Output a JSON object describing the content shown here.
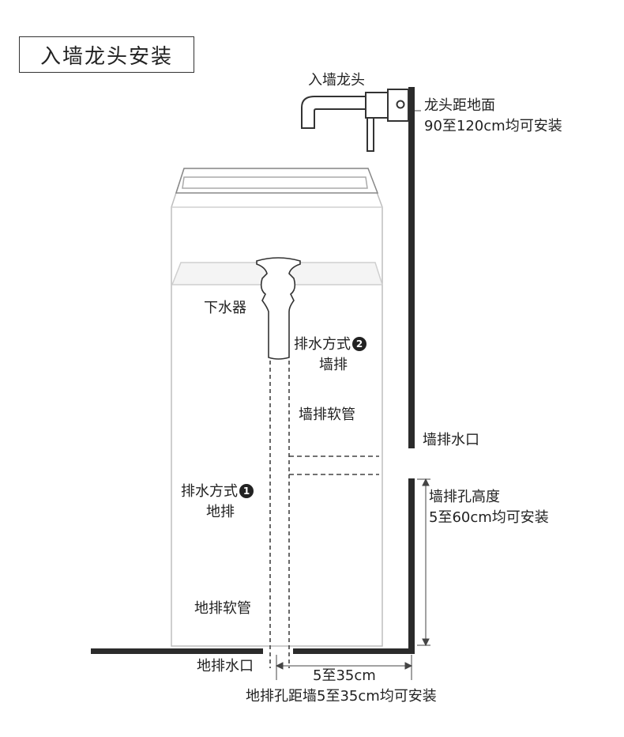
{
  "title": "入墙龙头安装",
  "labels": {
    "faucet": "入墙龙头",
    "faucet_height_line1": "龙头距地面",
    "faucet_height_line2": "90至120cm均可安装",
    "drainer": "下水器",
    "drain_method_2_line1": "排水方式",
    "drain_method_2_badge": "2",
    "drain_method_2_line2": "墙排",
    "wall_hose": "墙排软管",
    "wall_outlet": "墙排水口",
    "wall_hole_height_line1": "墙排孔高度",
    "wall_hole_height_line2": "5至60cm均可安装",
    "drain_method_1_line1": "排水方式",
    "drain_method_1_badge": "1",
    "drain_method_1_line2": "地排",
    "floor_hose": "地排软管",
    "floor_outlet": "地排水口",
    "floor_distance": "5至35cm",
    "floor_distance_note": "地排孔距墙5至35cm均可安装"
  }
}
